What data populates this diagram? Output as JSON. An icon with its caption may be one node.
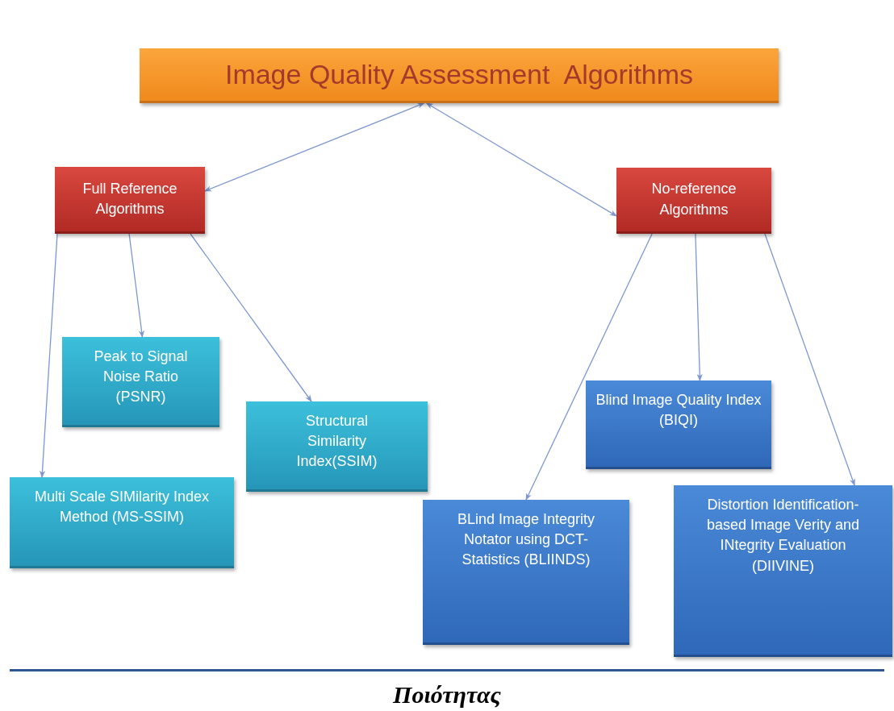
{
  "diagram": {
    "caption": "Ποιότητας",
    "nodes": [
      {
        "text": [
          "Image Quality Assessment  Algorithms"
        ]
      },
      {
        "text": [
          "Full Reference Algorithms"
        ]
      },
      {
        "text": [
          "No-reference Algorithms"
        ]
      },
      {
        "text": [
          "Peak to Signal Noise Ratio (PSNR)"
        ]
      },
      {
        "text": [
          "Structural Similarity Index(SSIM)"
        ]
      },
      {
        "text": [
          "Multi Scale SIMilarity Index Method (MS-SSIM)"
        ]
      },
      {
        "text": [
          "Blind Image Quality Index (BIQI)"
        ]
      },
      {
        "text": [
          "BLind Image Integrity Notator using DCT-Statistics (BLIINDS)"
        ]
      },
      {
        "text": [
          "Distortion Identification-based Image Verity and INtegrity Evaluation (DIIVINE)"
        ]
      }
    ],
    "edges": [
      {
        "from": 0,
        "to": 1,
        "arrow": "both"
      },
      {
        "from": 0,
        "to": 2,
        "arrow": "both"
      },
      {
        "from": 1,
        "to": 3,
        "arrow": "to"
      },
      {
        "from": 1,
        "to": 4,
        "arrow": "to"
      },
      {
        "from": 1,
        "to": 5,
        "arrow": "to"
      },
      {
        "from": 2,
        "to": 7,
        "arrow": "to"
      },
      {
        "from": 2,
        "to": 6,
        "arrow": "to"
      },
      {
        "from": 2,
        "to": 8,
        "arrow": "to"
      }
    ]
  }
}
